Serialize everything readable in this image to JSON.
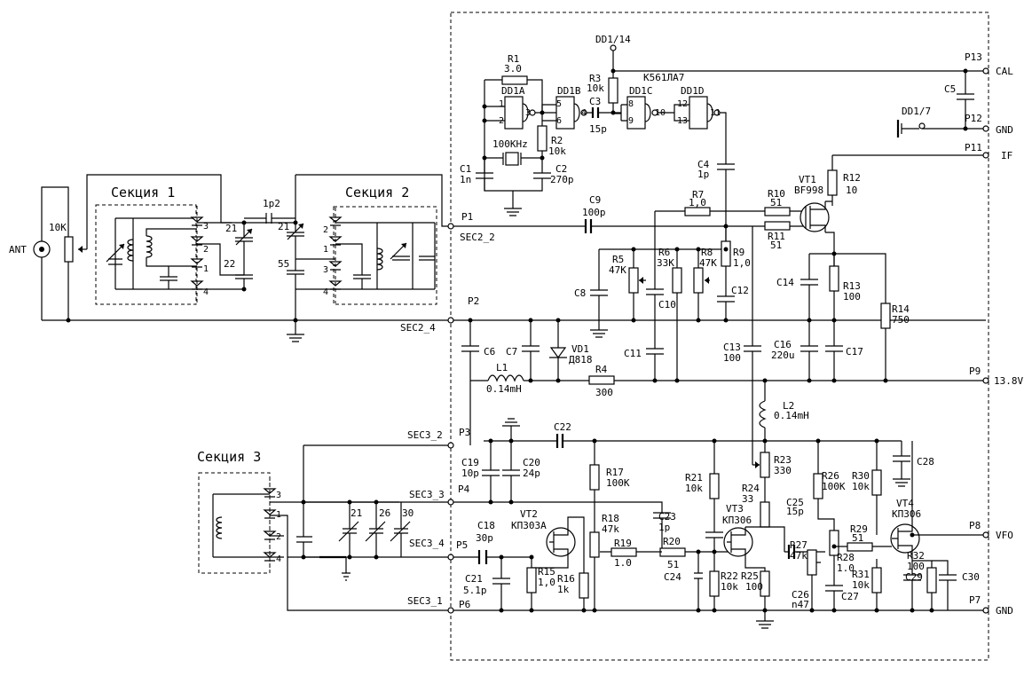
{
  "sections": {
    "s1": "Секция 1",
    "s2": "Секция 2",
    "s3": "Секция 3"
  },
  "left": {
    "ant": "ANT",
    "pot": "10K",
    "c_1p2": "1p2",
    "s1_pins": [
      "3",
      "2",
      "1",
      "4"
    ],
    "s2_pins": [
      "2",
      "1",
      "3",
      "4"
    ],
    "s3_pins": [
      "3",
      "1",
      "2",
      "4"
    ],
    "trim": [
      "21",
      "22",
      "21",
      "55"
    ],
    "s3_trim": [
      "21",
      "26",
      "30"
    ]
  },
  "nets": {
    "p1": "P1",
    "sec2_2": "SEC2_2",
    "p2": "P2",
    "sec2_4": "SEC2_4",
    "sec3_2": "SEC3_2",
    "p3": "P3",
    "sec3_3": "SEC3_3",
    "p4": "P4",
    "sec3_4": "SEC3_4",
    "p5": "P5",
    "sec3_1": "SEC3_1",
    "p6": "P6",
    "p13": "P13",
    "cal": "CAL",
    "p12": "P12",
    "gnd_top": "GND",
    "p11": "P11",
    "if": "IF",
    "p9": "P9",
    "v138": "13.8V",
    "p8": "P8",
    "vfo": "VFO",
    "p7": "P7",
    "gnd_bot": "GND",
    "dd114": "DD1/14",
    "dd17": "DD1/7"
  },
  "osc": {
    "r1": "R1",
    "r1v": "3.0",
    "dd1a": "DD1A",
    "dd1b": "DD1B",
    "dd1c": "DD1C",
    "dd1d": "DD1D",
    "chip": "К561ЛА7",
    "r3": "R3",
    "r3v": "10k",
    "c3": "C3",
    "c3v": "15p",
    "r2": "R2",
    "r2v": "10k",
    "xtal": "100KHz",
    "c1": "C1",
    "c1v": "1n",
    "c2": "C2",
    "c2v": "270p",
    "c5": "C5",
    "c4": "C4",
    "c4v": "1p",
    "pins": {
      "a1": "1",
      "a2": "2",
      "a3": "3",
      "b5": "5",
      "b6": "6",
      "b4": "4",
      "c8": "8",
      "c9": "9",
      "c10": "10",
      "d12": "12",
      "d13": "13",
      "d11": "11"
    }
  },
  "mixer": {
    "c9": "C9",
    "c9v": "100p",
    "r7": "R7",
    "r7v": "1,0",
    "r10": "R10",
    "r10v": "51",
    "r11": "R11",
    "r11v": "51",
    "vt1": "VT1",
    "vt1v": "BF998",
    "r12": "R12",
    "r12v": "10",
    "r5": "R5",
    "r5v": "47K",
    "r6": "R6",
    "r6v": "33K",
    "r8": "R8",
    "r8v": "47K",
    "r9": "R9",
    "r9v": "1,0",
    "c8": "C8",
    "c10": "C10",
    "c12": "C12",
    "c14": "C14",
    "r13": "R13",
    "r13v": "100",
    "r14": "R14",
    "r14v": "750"
  },
  "supply": {
    "c6": "C6",
    "c7": "C7",
    "vd1": "VD1",
    "vd1v": "Д818",
    "c11": "C11",
    "c13": "C13",
    "c13v": "100",
    "c16": "C16",
    "c16v": "220u",
    "c17": "C17",
    "l1": "L1",
    "l1v": "0.14mH",
    "r4": "R4",
    "r4v": "300",
    "l2": "L2",
    "l2v": "0.14mH"
  },
  "vfo": {
    "c22": "C22",
    "c28": "C28",
    "c19": "C19",
    "c19v": "10p",
    "c20": "C20",
    "c20v": "24p",
    "r17": "R17",
    "r17v": "100K",
    "r21": "R21",
    "r21v": "10k",
    "r23": "R23",
    "r23v": "330",
    "r26": "R26",
    "r26v": "100K",
    "r30": "R30",
    "r30v": "10k",
    "vt2": "VT2",
    "vt2v": "КП303А",
    "c23": "C23",
    "c23v": "1p",
    "r18": "R18",
    "r18v": "47k",
    "r24": "R24",
    "r24v": "33",
    "vt3": "VT3",
    "vt3v": "КП306",
    "c25": "C25",
    "c25v": "15p",
    "vt4": "VT4",
    "vt4v": "КП306",
    "c18": "C18",
    "c18v": "30p",
    "r19": "R19",
    "r19v": "1.0",
    "r20": "R20",
    "r20v": "51",
    "r27": "R27",
    "r27v": "47k",
    "r29": "R29",
    "r29v": "51",
    "r28": "R28",
    "r28v": "1.0",
    "r32": "R32",
    "r32v": "100",
    "c21": "C21",
    "c21v": "5.1p",
    "r15": "R15",
    "r15v": "1,0",
    "r16": "R16",
    "r16v": "1k",
    "c24": "C24",
    "r22": "R22",
    "r22v": "10k",
    "r25": "R25",
    "r25v": "100",
    "c26": "C26",
    "c26v": "n47",
    "c27": "C27",
    "r31": "R31",
    "r31v": "10k",
    "c29": "C29",
    "c30": "C30"
  }
}
